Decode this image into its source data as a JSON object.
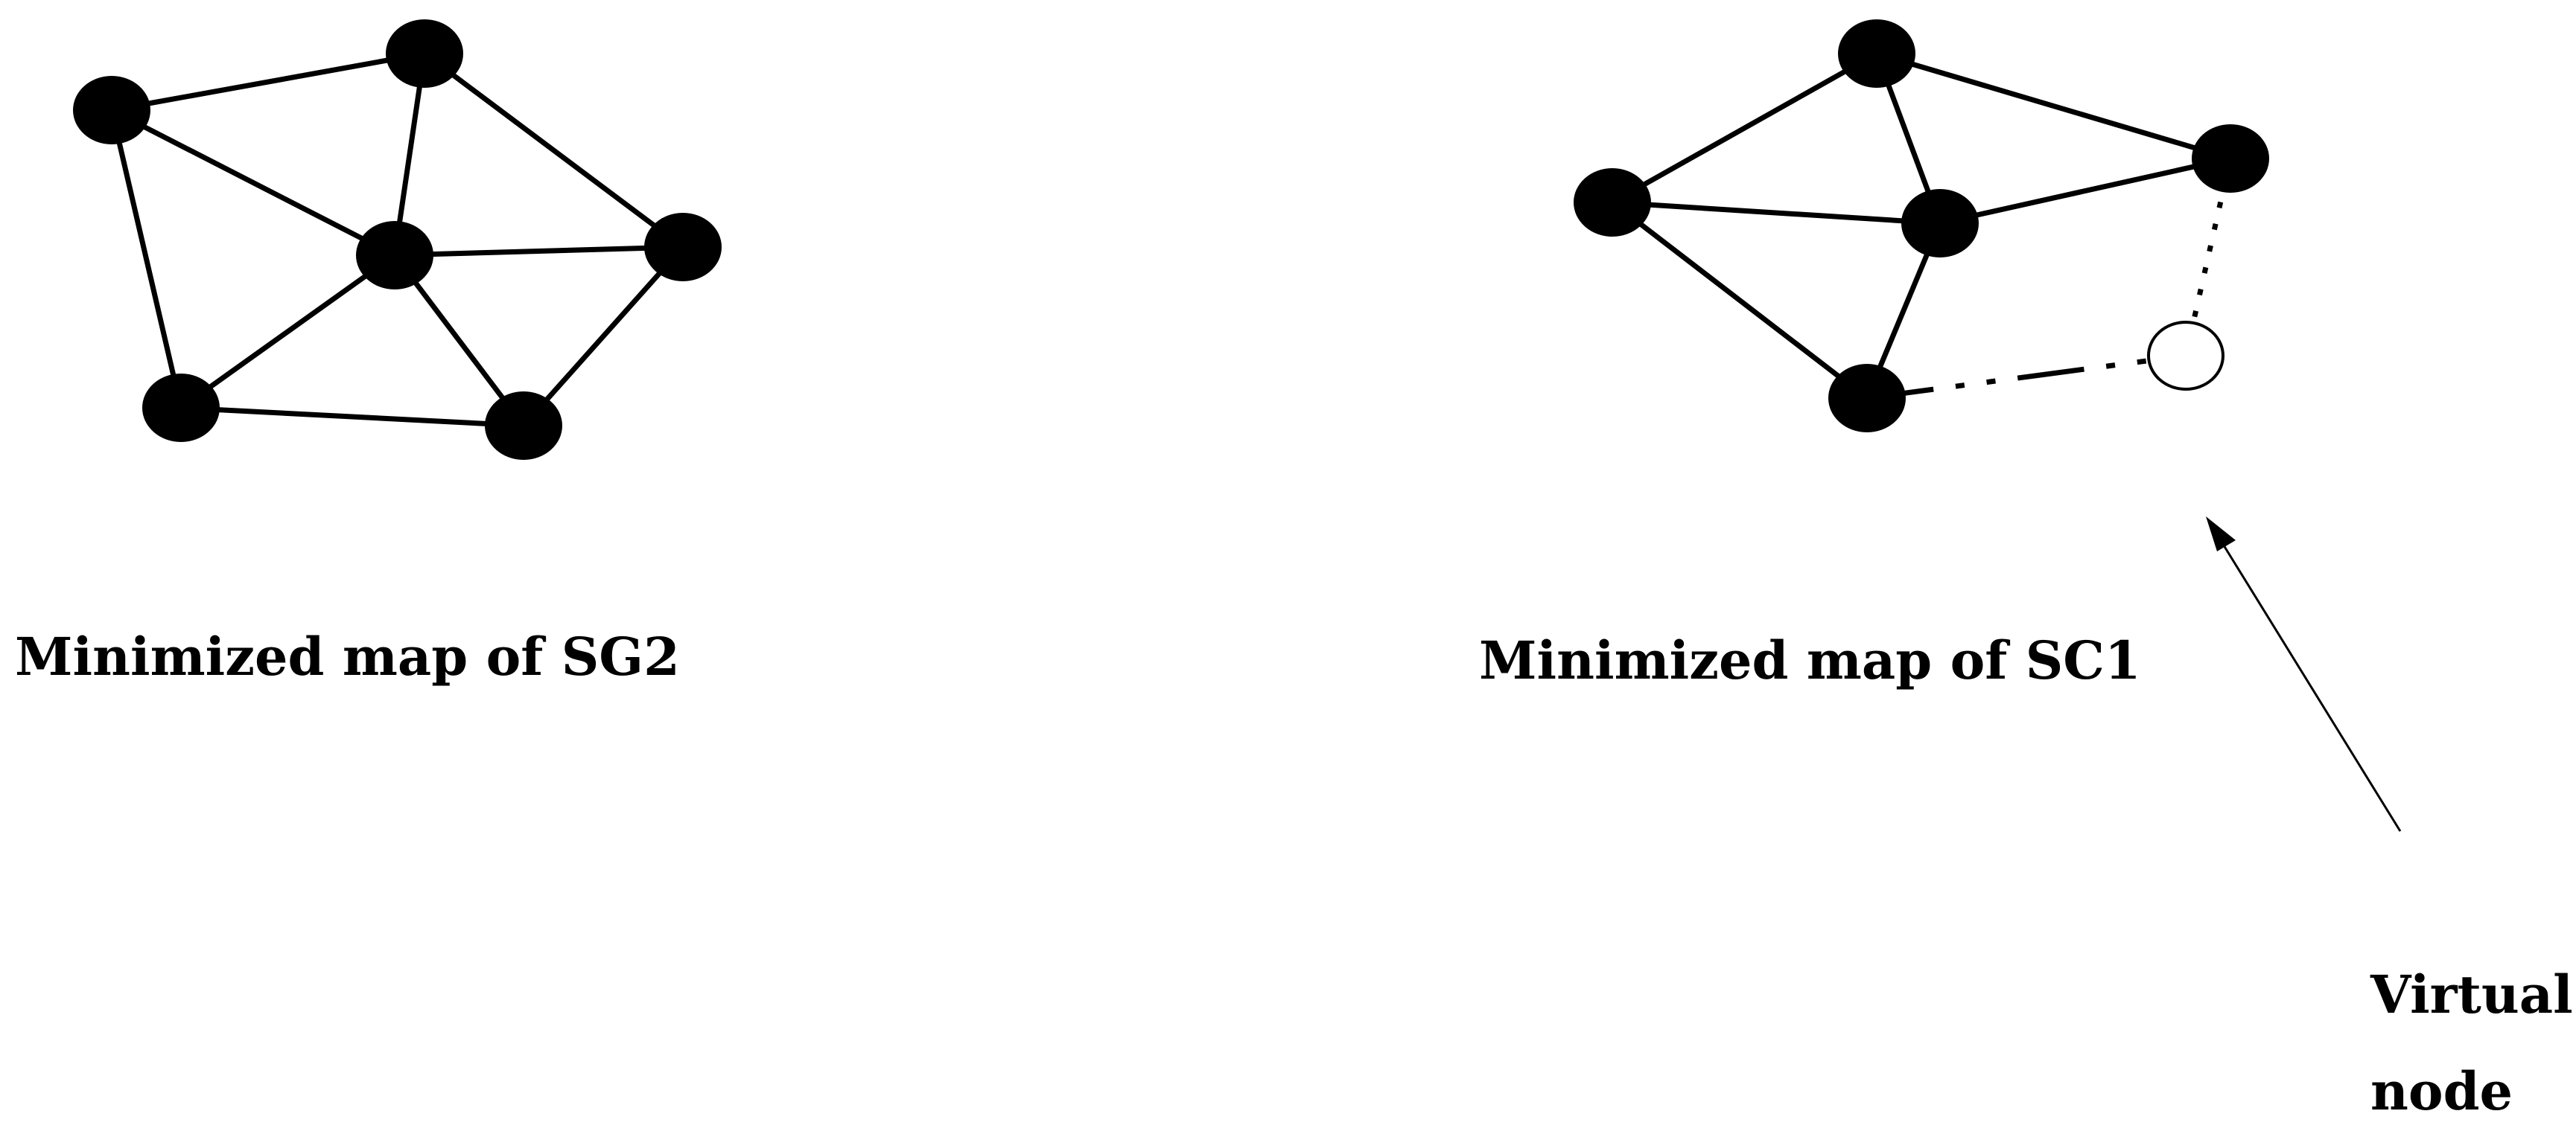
{
  "colors": {
    "node_fill": "#000000",
    "edge": "#000000",
    "virtual_node_fill": "#ffffff",
    "background": "#ffffff"
  },
  "captions": {
    "sg2": "Minimized map of SG2",
    "sc1": "Minimized map of SC1"
  },
  "virtual_node_label": {
    "line1": "Virtual",
    "line2": "node"
  },
  "graphs": [
    {
      "id": "sg2",
      "nodes": [
        {
          "id": "a",
          "kind": "filled"
        },
        {
          "id": "b",
          "kind": "filled"
        },
        {
          "id": "c",
          "kind": "filled"
        },
        {
          "id": "d",
          "kind": "filled"
        },
        {
          "id": "e",
          "kind": "filled"
        },
        {
          "id": "f",
          "kind": "filled"
        }
      ],
      "edges": [
        {
          "from": "a",
          "to": "b",
          "style": "solid"
        },
        {
          "from": "a",
          "to": "c",
          "style": "solid"
        },
        {
          "from": "a",
          "to": "e",
          "style": "solid"
        },
        {
          "from": "b",
          "to": "c",
          "style": "solid"
        },
        {
          "from": "b",
          "to": "d",
          "style": "solid"
        },
        {
          "from": "c",
          "to": "d",
          "style": "solid"
        },
        {
          "from": "c",
          "to": "e",
          "style": "solid"
        },
        {
          "from": "c",
          "to": "f",
          "style": "solid"
        },
        {
          "from": "e",
          "to": "f",
          "style": "solid"
        },
        {
          "from": "d",
          "to": "f",
          "style": "solid"
        }
      ]
    },
    {
      "id": "sc1",
      "nodes": [
        {
          "id": "p",
          "kind": "filled"
        },
        {
          "id": "q",
          "kind": "filled"
        },
        {
          "id": "r",
          "kind": "filled"
        },
        {
          "id": "s",
          "kind": "filled"
        },
        {
          "id": "t",
          "kind": "filled"
        },
        {
          "id": "v",
          "kind": "virtual"
        }
      ],
      "edges": [
        {
          "from": "p",
          "to": "r",
          "style": "solid"
        },
        {
          "from": "p",
          "to": "s",
          "style": "solid"
        },
        {
          "from": "r",
          "to": "q",
          "style": "solid"
        },
        {
          "from": "r",
          "to": "s",
          "style": "solid"
        },
        {
          "from": "p",
          "to": "t",
          "style": "solid"
        },
        {
          "from": "s",
          "to": "t",
          "style": "solid"
        },
        {
          "from": "q",
          "to": "s",
          "style": "solid"
        },
        {
          "from": "q",
          "to": "v",
          "style": "dotted"
        },
        {
          "from": "t",
          "to": "v",
          "style": "dash-dot"
        }
      ]
    }
  ]
}
